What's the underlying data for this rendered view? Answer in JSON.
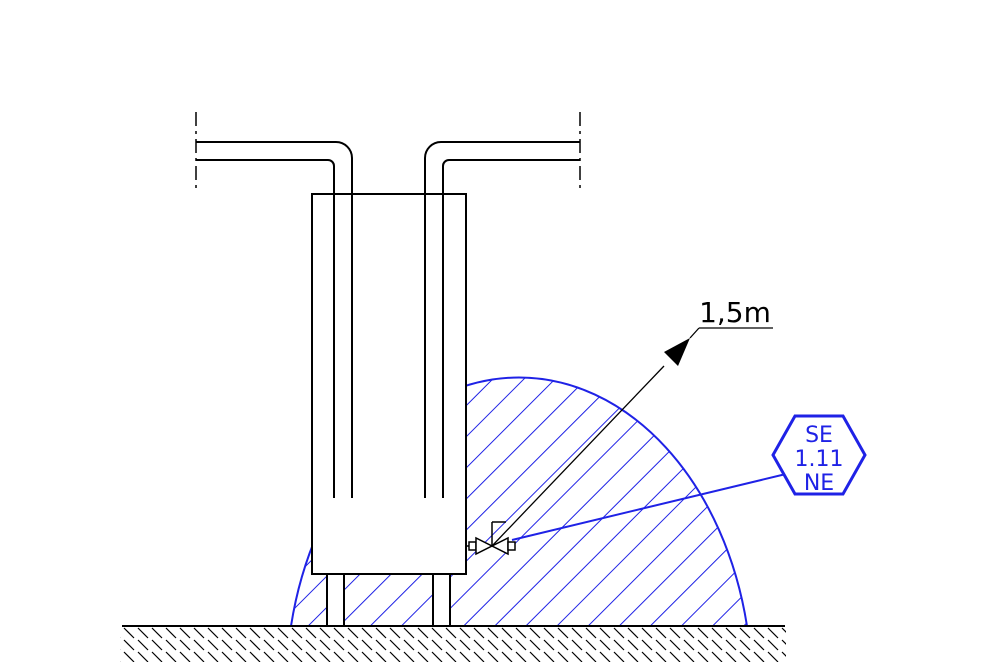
{
  "dimension": {
    "label": "1,5m"
  },
  "zone_tag": {
    "line1": "SE",
    "line2": "1.11",
    "line3": "NE"
  },
  "colors": {
    "line": "#000000",
    "zone": "#1f22e6",
    "background": "#ffffff"
  }
}
